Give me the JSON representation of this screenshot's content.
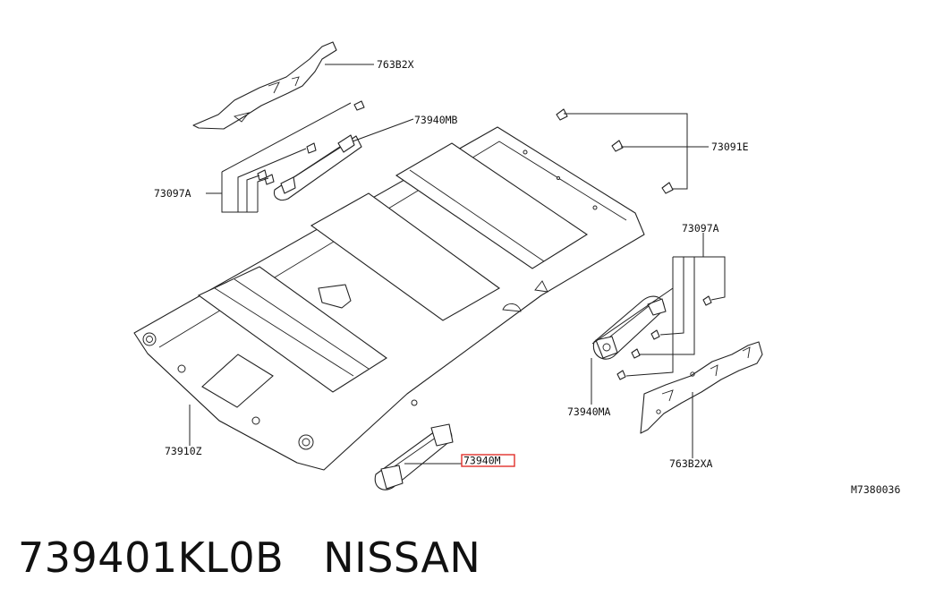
{
  "diagram": {
    "callouts": {
      "bracket_rear": "763B2X",
      "grip_rear": "73940MB",
      "clip_left": "73097A",
      "clips_right": "73091E",
      "clip_right": "73097A",
      "grip_right": "73940MA",
      "bracket_front": "763B2XA",
      "headlining": "73910Z",
      "grip_front": "73940M"
    },
    "highlighted_callout": "grip_front",
    "highlight_color": "#e0302a",
    "figure_code": "M7380036"
  },
  "footer": {
    "part_number": "739401KL0B",
    "brand": "NISSAN"
  }
}
